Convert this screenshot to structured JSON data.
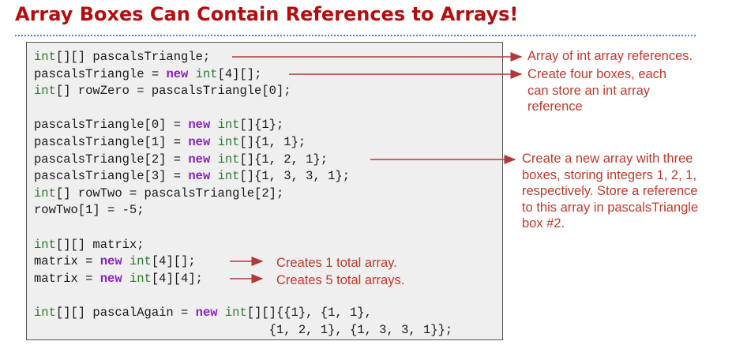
{
  "title": "Array Boxes Can Contain References to Arrays!",
  "colors": {
    "title": "#b40d0d",
    "annotation": "#c0392b",
    "arrow": "#b03a3a",
    "type_keyword": "#2f7a2f",
    "new_keyword": "#8b1ec2",
    "code_background": "#efefef",
    "divider": "#4a86c8"
  },
  "code": {
    "lines": [
      [
        {
          "t": "int",
          "c": "type"
        },
        {
          "t": "[][] pascalsTriangle;"
        }
      ],
      [
        {
          "t": "pascalsTriangle = "
        },
        {
          "t": "new",
          "c": "new"
        },
        {
          "t": " "
        },
        {
          "t": "int",
          "c": "type"
        },
        {
          "t": "[4][];"
        }
      ],
      [
        {
          "t": "int",
          "c": "type"
        },
        {
          "t": "[] rowZero = pascalsTriangle[0];"
        }
      ],
      [],
      [
        {
          "t": "pascalsTriangle[0] = "
        },
        {
          "t": "new",
          "c": "new"
        },
        {
          "t": " "
        },
        {
          "t": "int",
          "c": "type"
        },
        {
          "t": "[]{1};"
        }
      ],
      [
        {
          "t": "pascalsTriangle[1] = "
        },
        {
          "t": "new",
          "c": "new"
        },
        {
          "t": " "
        },
        {
          "t": "int",
          "c": "type"
        },
        {
          "t": "[]{1, 1};"
        }
      ],
      [
        {
          "t": "pascalsTriangle[2] = "
        },
        {
          "t": "new",
          "c": "new"
        },
        {
          "t": " "
        },
        {
          "t": "int",
          "c": "type"
        },
        {
          "t": "[]{1, 2, 1};"
        }
      ],
      [
        {
          "t": "pascalsTriangle[3] = "
        },
        {
          "t": "new",
          "c": "new"
        },
        {
          "t": " "
        },
        {
          "t": "int",
          "c": "type"
        },
        {
          "t": "[]{1, 3, 3, 1};"
        }
      ],
      [
        {
          "t": "int",
          "c": "type"
        },
        {
          "t": "[] rowTwo = pascalsTriangle[2];"
        }
      ],
      [
        {
          "t": "rowTwo[1] = -5;"
        }
      ],
      [],
      [
        {
          "t": "int",
          "c": "type"
        },
        {
          "t": "[][] matrix;"
        }
      ],
      [
        {
          "t": "matrix = "
        },
        {
          "t": "new",
          "c": "new"
        },
        {
          "t": " "
        },
        {
          "t": "int",
          "c": "type"
        },
        {
          "t": "[4][];"
        }
      ],
      [
        {
          "t": "matrix = "
        },
        {
          "t": "new",
          "c": "new"
        },
        {
          "t": " "
        },
        {
          "t": "int",
          "c": "type"
        },
        {
          "t": "[4][4];"
        }
      ],
      [],
      [
        {
          "t": "int",
          "c": "type"
        },
        {
          "t": "[][] pascalAgain = "
        },
        {
          "t": "new",
          "c": "new"
        },
        {
          "t": " "
        },
        {
          "t": "int",
          "c": "type"
        },
        {
          "t": "[][]{{1}, {1, 1},"
        }
      ],
      [
        {
          "t": "                                {1, 2, 1}, {1, 3, 3, 1}};"
        }
      ]
    ]
  },
  "annotations": {
    "a1": "Array of int array references.",
    "a2": "Create four boxes, each\ncan store an int array\nreference",
    "a3": "Create a new array with three\nboxes, storing integers 1, 2, 1,\nrespectively. Store a reference\nto this array in pascalsTriangle\nbox #2.",
    "a4": "Creates 1 total array.",
    "a5": "Creates 5 total arrays."
  }
}
